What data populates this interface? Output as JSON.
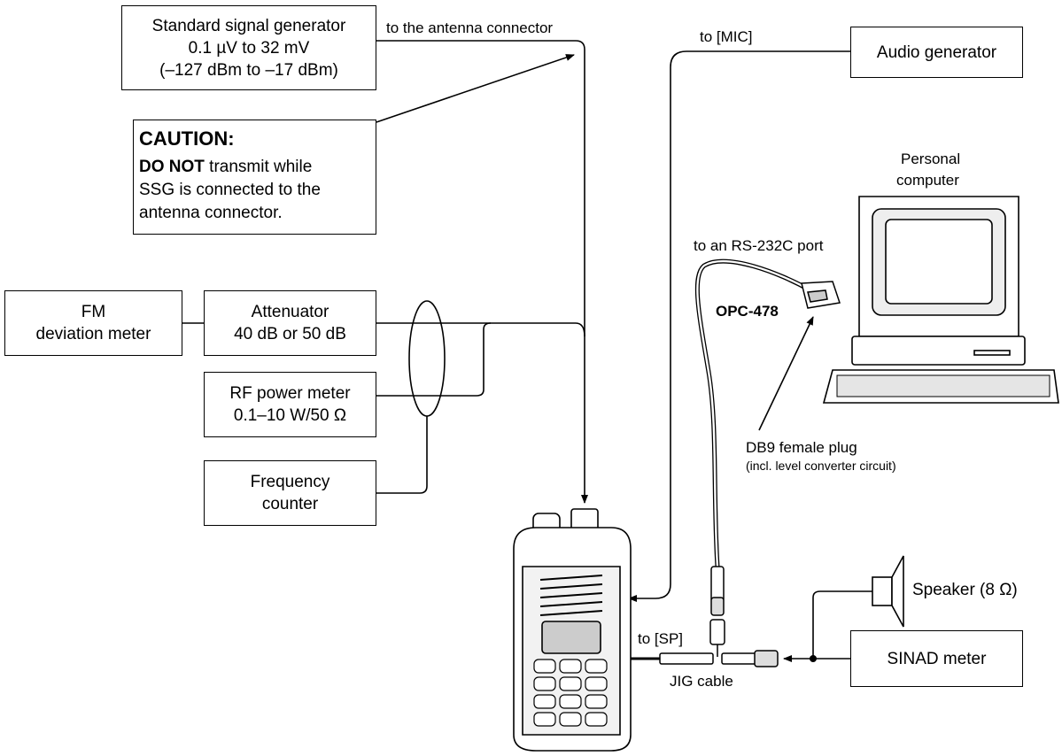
{
  "boxes": {
    "ssg": {
      "line1": "Standard signal generator",
      "line2": "0.1 µV to 32 mV",
      "line3": "(–127 dBm to –17 dBm)"
    },
    "caution": {
      "title": "CAUTION:",
      "bold": "DO NOT",
      "line1_rest": " transmit while",
      "line2": "SSG is connected to the",
      "line3": "antenna connector."
    },
    "fm_meter": {
      "line1": "FM",
      "line2": "deviation meter"
    },
    "attenuator": {
      "line1": "Attenuator",
      "line2": "40 dB or 50 dB"
    },
    "rf_power": {
      "line1": "RF power meter",
      "line2": "0.1–10 W/50 Ω"
    },
    "freq_counter": {
      "line1": "Frequency",
      "line2": "counter"
    },
    "audio_gen": {
      "line1": "Audio generator"
    },
    "sinad": {
      "line1": "SINAD meter"
    }
  },
  "labels": {
    "antenna_connector": "to the antenna connector",
    "mic": "to [MIC]",
    "pc": "Personal\ncomputer",
    "pc_line1": "Personal",
    "pc_line2": "computer",
    "rs232": "to an RS-232C port",
    "opc": "OPC-478",
    "db9": "DB9 female plug",
    "db9_note": "(incl. level converter circuit)",
    "sp": "to [SP]",
    "jig": "JIG cable",
    "speaker": "Speaker (8 Ω)"
  }
}
